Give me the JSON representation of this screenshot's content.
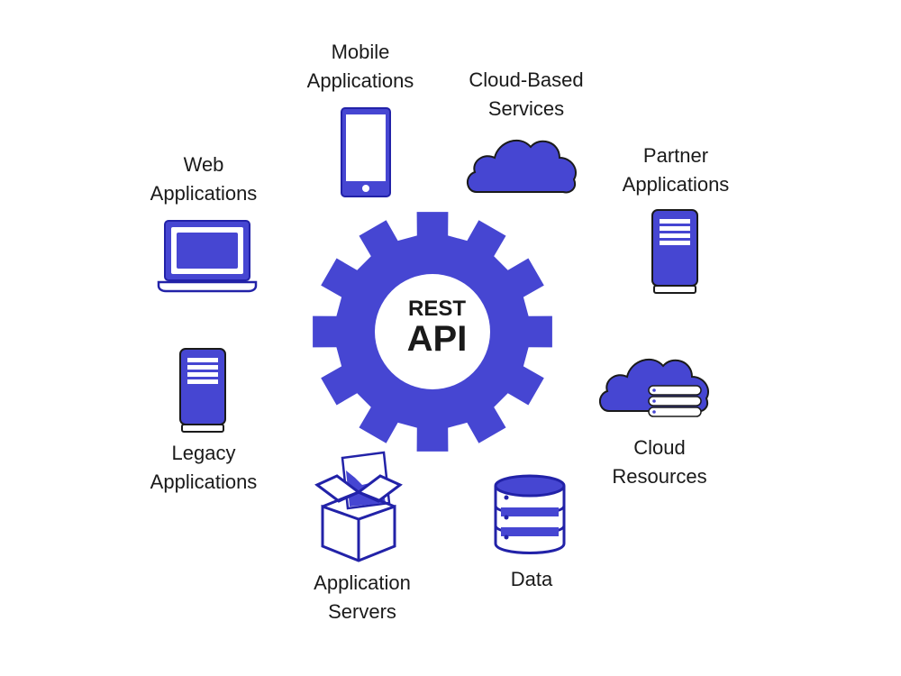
{
  "center": {
    "line1": "REST",
    "line2": "API"
  },
  "nodes": {
    "mobile": {
      "line1": "Mobile",
      "line2": "Applications"
    },
    "cloud": {
      "line1": "Cloud-Based",
      "line2": "Services"
    },
    "partner": {
      "line1": "Partner",
      "line2": "Applications"
    },
    "web": {
      "line1": "Web",
      "line2": "Applications"
    },
    "legacy": {
      "line1": "Legacy",
      "line2": "Applications"
    },
    "resources": {
      "line1": "Cloud",
      "line2": "Resources"
    },
    "servers": {
      "line1": "Application",
      "line2": "Servers"
    },
    "data": {
      "line1": "Data"
    }
  },
  "colors": {
    "accent": "#4646d2",
    "stroke": "#2222a8"
  },
  "icons": {
    "mobile": "smartphone-icon",
    "cloud": "cloud-icon",
    "partner": "server-icon",
    "web": "laptop-icon",
    "legacy": "server-icon",
    "resources": "cloud-storage-icon",
    "servers": "open-box-icon",
    "data": "database-icon",
    "center": "gear-icon"
  }
}
